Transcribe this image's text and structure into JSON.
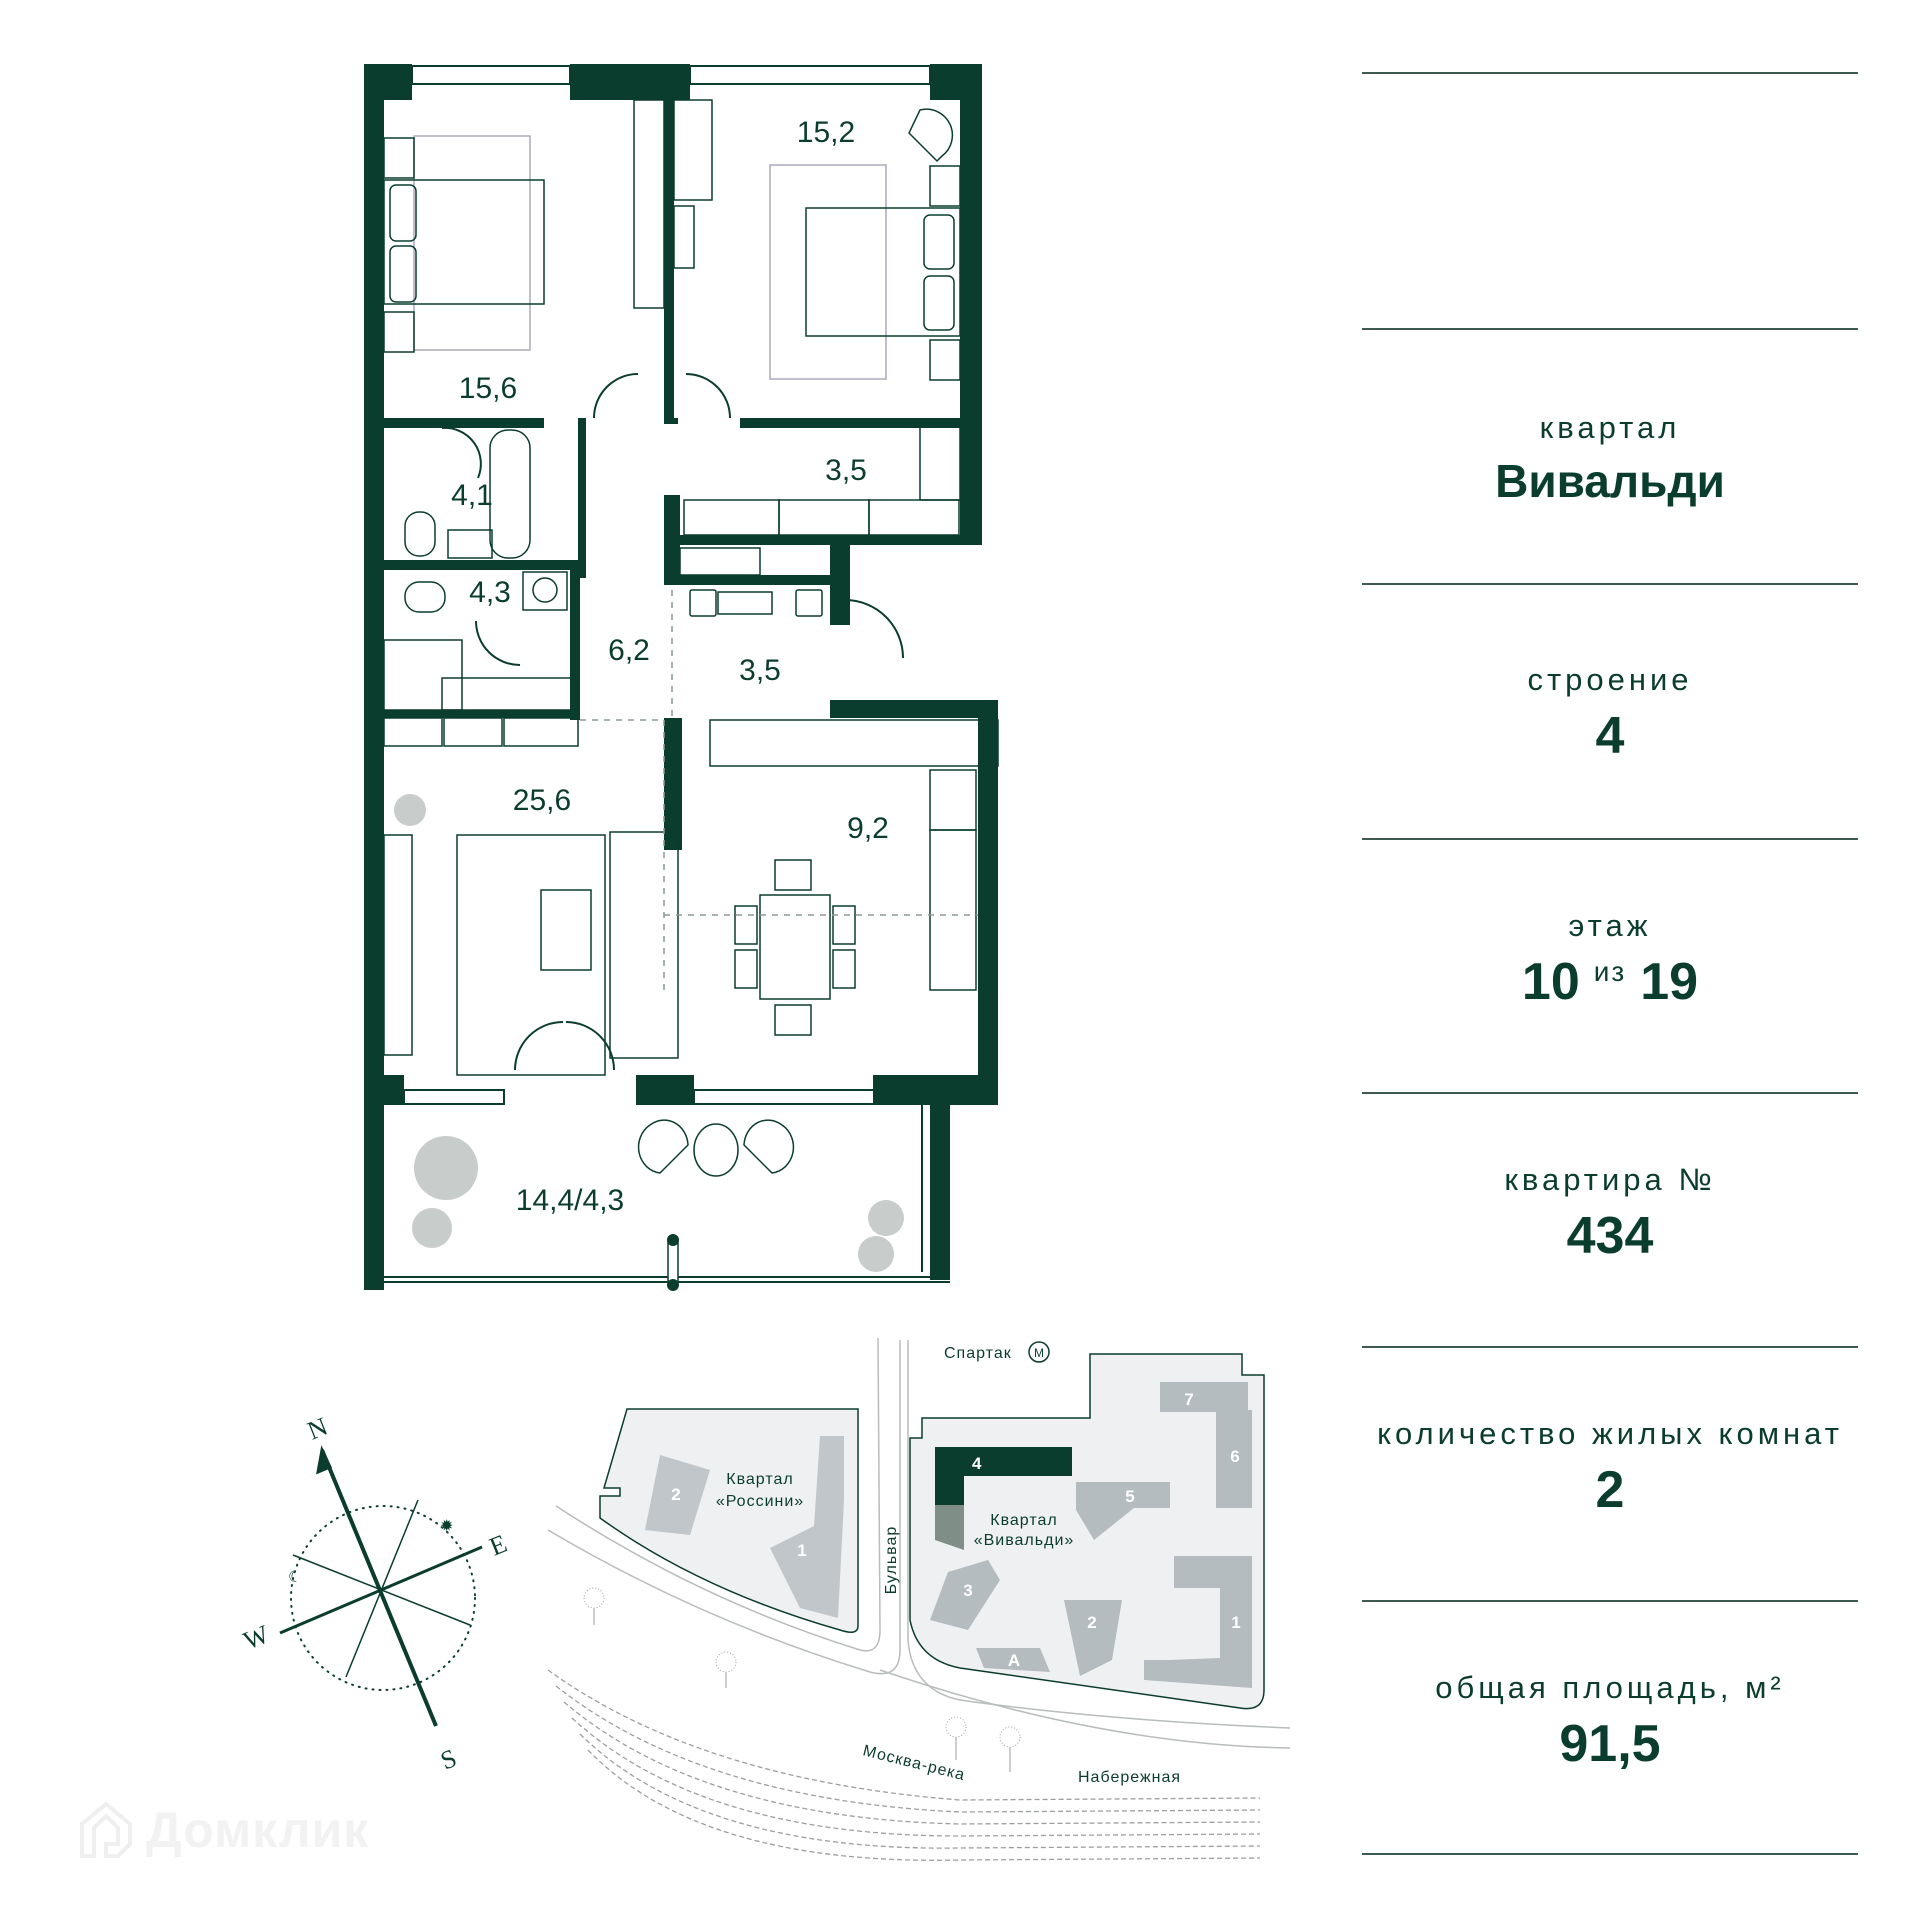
{
  "colors": {
    "wall": "#0b3d2e",
    "accent_building": "#0b3d2e",
    "accent_building_light": "#7f8f88",
    "building_grey": "#b4bcc0",
    "quarter_fill": "#eef0f1",
    "line": "#3d5a52"
  },
  "floorplan": {
    "rooms": [
      {
        "id": "bedroom-1",
        "area": "15,6"
      },
      {
        "id": "bedroom-2",
        "area": "15,2"
      },
      {
        "id": "bathroom",
        "area": "4,1"
      },
      {
        "id": "wardrobe",
        "area": "3,5"
      },
      {
        "id": "toilet-laundry",
        "area": "4,3"
      },
      {
        "id": "hall",
        "area": "6,2"
      },
      {
        "id": "entrance",
        "area": "3,5"
      },
      {
        "id": "living-room",
        "area": "25,6"
      },
      {
        "id": "kitchen",
        "area": "9,2"
      },
      {
        "id": "terrace",
        "area": "14,4/4,3"
      }
    ]
  },
  "info": {
    "quarter": {
      "label": "квартал",
      "value": "Вивальди"
    },
    "building": {
      "label": "строение",
      "value": "4"
    },
    "floor": {
      "label": "этаж",
      "current": "10",
      "of": "из",
      "total": "19"
    },
    "apartment": {
      "label": "квартира №",
      "value": "434"
    },
    "rooms": {
      "label": "количество жилых комнат",
      "value": "2"
    },
    "area": {
      "label": "общая площадь, м²",
      "value": "91,5"
    }
  },
  "compass": {
    "n": "N",
    "e": "E",
    "s": "S",
    "w": "W",
    "sun_icon": "sun-icon",
    "moon_icon": "moon-icon"
  },
  "sitemap": {
    "metro": "Спартак",
    "metro_icon": "М",
    "boulevard": "Бульвар",
    "river": "Москва-река",
    "embankment": "Набережная",
    "rossini": {
      "line1": "Квартал",
      "line2": "«Россини»",
      "buildings": [
        "1",
        "2"
      ]
    },
    "vivaldi": {
      "line1": "Квартал",
      "line2": "«Вивальди»",
      "buildings": [
        "1",
        "2",
        "3",
        "4",
        "5",
        "6",
        "7",
        "А"
      ],
      "highlighted": "4"
    }
  },
  "watermark": {
    "text": "Домклик"
  }
}
